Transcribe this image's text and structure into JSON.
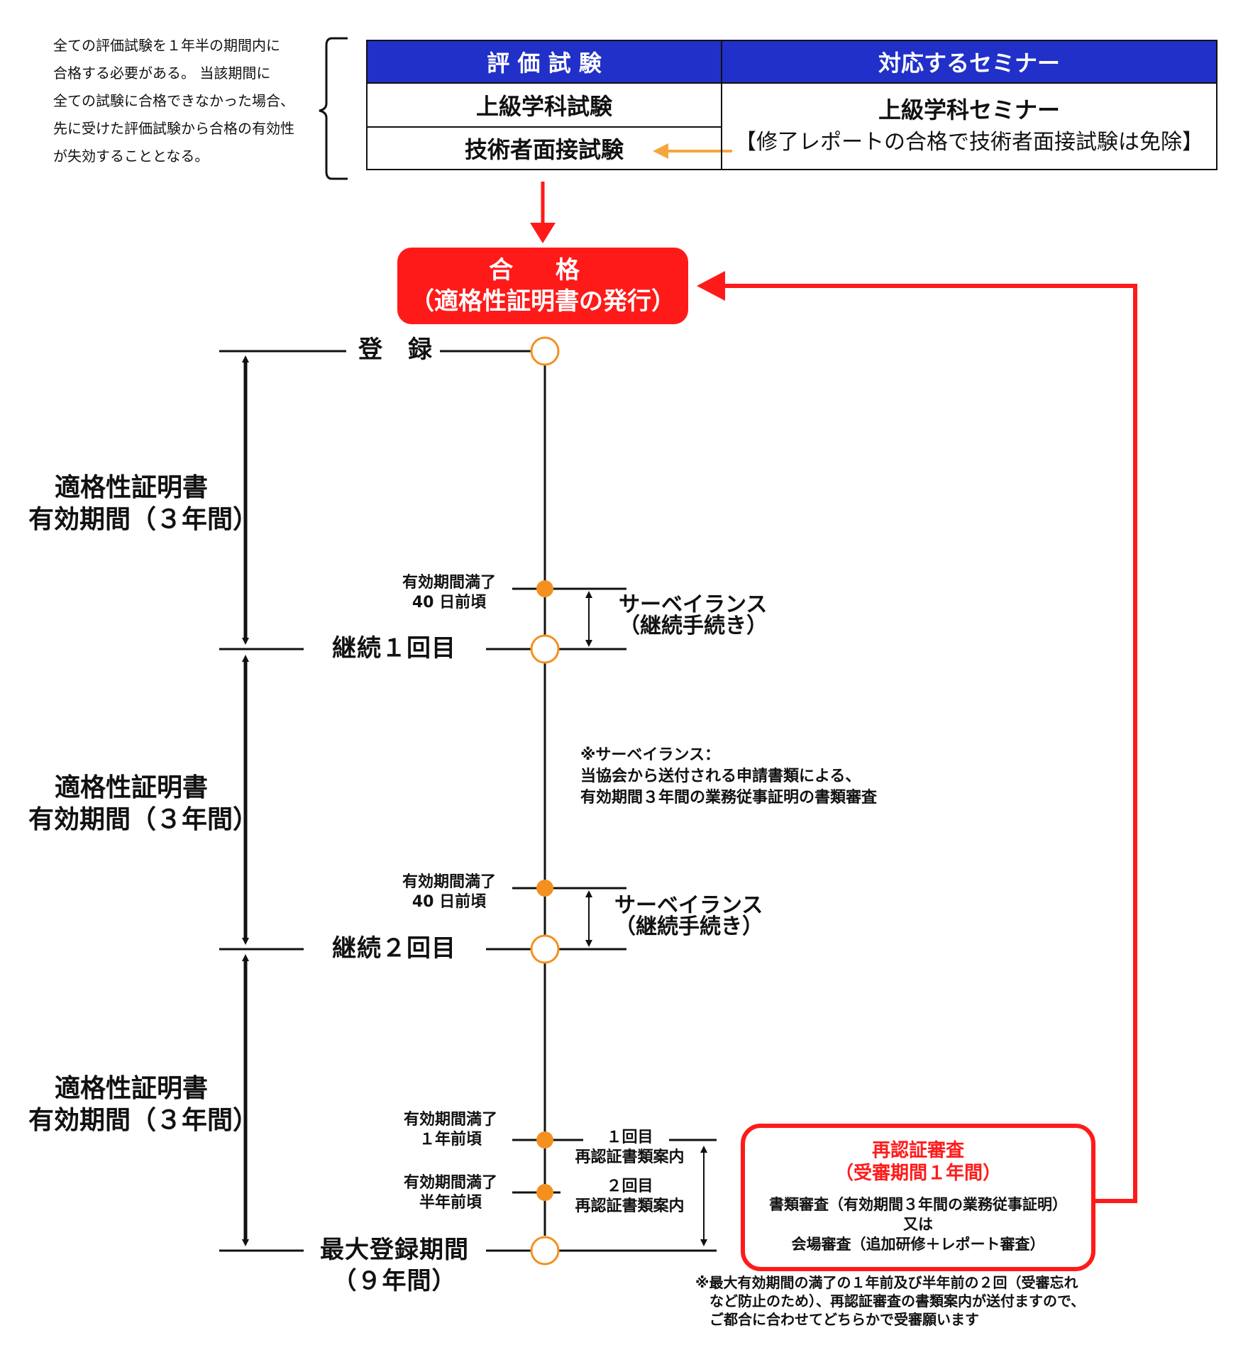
{
  "note_lines": [
    "全ての評価試験を１年半の期間内に",
    "合格する必要がある。 当該期間に",
    "全ての試験に合格できなかった場合、",
    "先に受けた評価試験から合格の有効性",
    "が失効することとなる。"
  ],
  "table": {
    "header_exam": "評 価 試 験",
    "header_seminar": "対応するセミナー",
    "exam1": "上級学科試験",
    "exam2": "技術者面接試験",
    "seminar": "上級学科セミナー",
    "seminar_note": "【修了レポートの合格で技術者面接試験は免除】"
  },
  "pass_box": {
    "title": "合 格",
    "subtitle": "（適格性証明書の発行）"
  },
  "milestones": {
    "registration": "登　録",
    "renewal1": "継続１回目",
    "renewal2": "継続２回目",
    "max1": "最大登録期間",
    "max2": "（９年間）"
  },
  "period": {
    "line1": "適格性証明書",
    "line2": "有効期間（３年間）"
  },
  "expiry40": {
    "line1": "有効期間満了",
    "line2": "40 日前頃"
  },
  "surveillance": {
    "line1": "サーベイランス",
    "line2": "（継続手続き）"
  },
  "surveillance_note": [
    "※サーベイランス：",
    "当協会から送付される申請書類による、",
    "有効期間３年間の業務従事証明の書類審査"
  ],
  "expiry_1y": {
    "line1": "有効期間満了",
    "line2": "１年前頃"
  },
  "expiry_half": {
    "line1": "有効期間満了",
    "line2": "半年前頃"
  },
  "guide1": {
    "line1": "１回目",
    "line2": "再認証書類案内"
  },
  "guide2": {
    "line1": "２回目",
    "line2": "再認証書類案内"
  },
  "recert": {
    "title": "再認証審査",
    "subtitle": "（受審期間１年間）",
    "line1": "書類審査（有効期間３年間の業務従事証明）",
    "line2": "又は",
    "line3": "会場審査（追加研修＋レポート審査）"
  },
  "footer_note": [
    "※最大有効期間の満了の１年前及び半年前の２回（受審忘れ",
    "など防止のため）、再認証審査の書類案内が送付ますので、",
    "ご都合に合わせてどちらかで受審願います"
  ],
  "colors": {
    "header_blue": "#2030c8",
    "red": "#ff1a1a",
    "orange": "#f39020",
    "arrow_orange": "#f5a640"
  }
}
